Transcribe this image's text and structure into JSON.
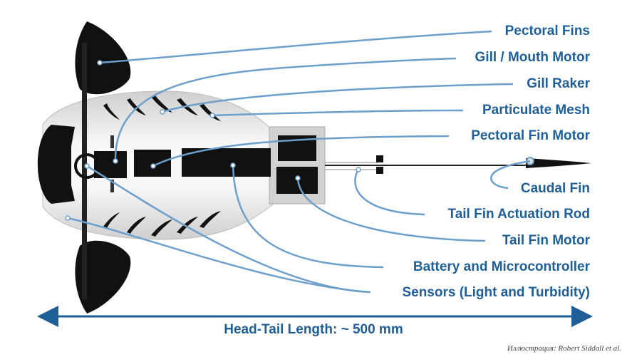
{
  "labels": [
    "Pectoral Fins",
    "Gill / Mouth Motor",
    "Gill Raker",
    "Particulate Mesh",
    "Pectoral Fin Motor",
    "Caudal Fin",
    "Tail Fin Actuation Rod",
    "Tail Fin Motor",
    "Battery and Microcontroller",
    "Sensors (Light and Turbidity)"
  ],
  "length_label": "Head-Tail Length: ~ 500 mm",
  "credit": "Иллюстрация: Robert Siddall et al.",
  "colors": {
    "accent": "#1f5f98",
    "leader": "#6d9fcb",
    "body": "#e4e4e4",
    "dark": "#111111"
  }
}
